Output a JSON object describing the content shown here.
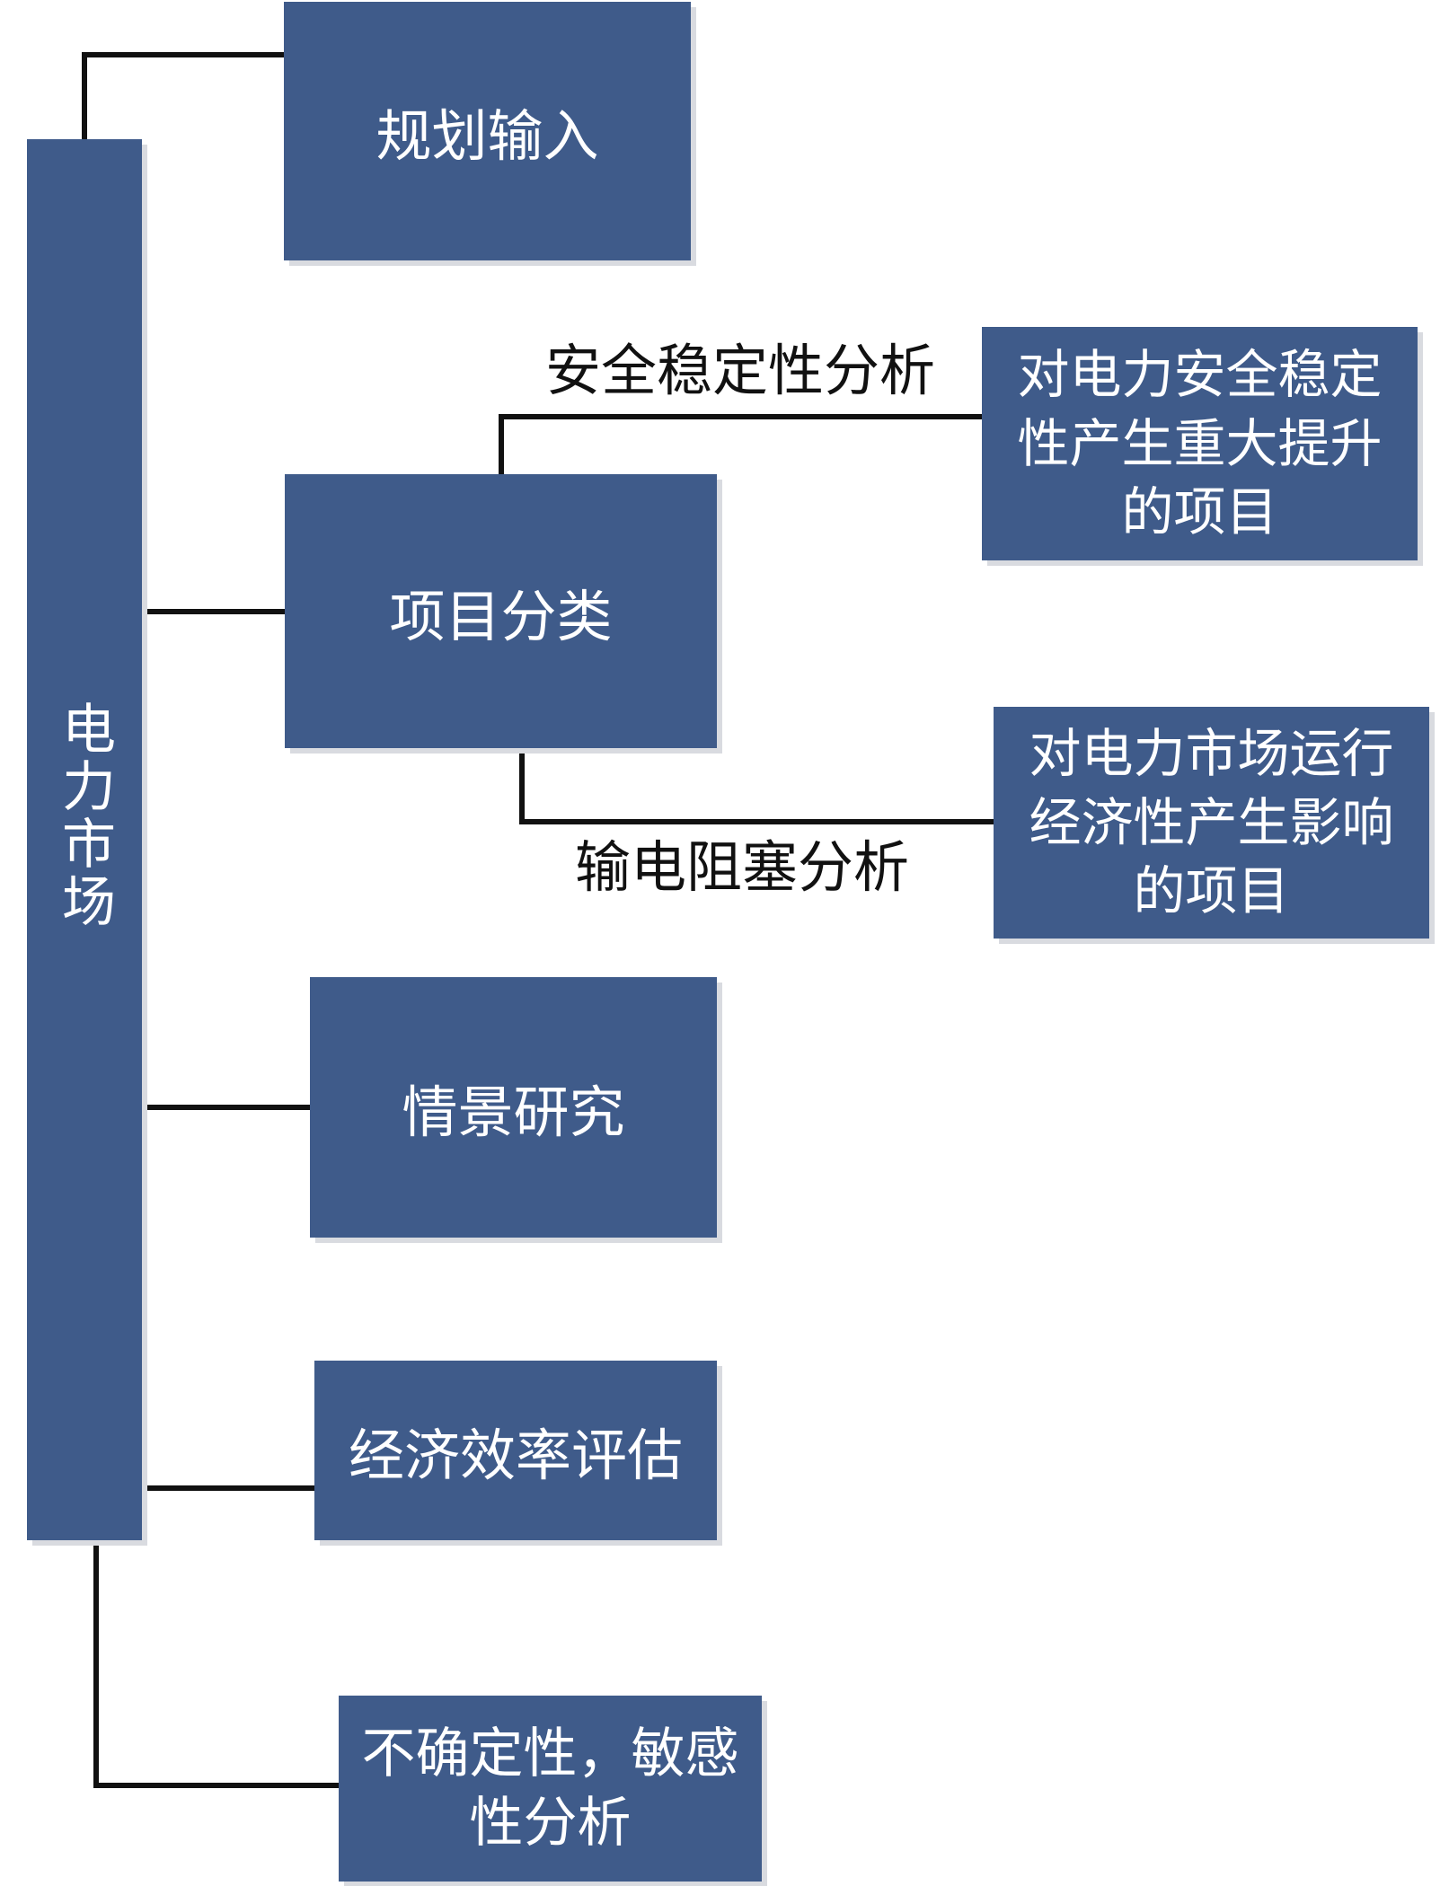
{
  "diagram": {
    "root": {
      "label": "电力市场"
    },
    "nodes": {
      "planning_input": "规划输入",
      "project_classification": "项目分类",
      "scenario_study": "情景研究",
      "economic_efficiency": "经济效率评估",
      "uncertainty_sensitivity": [
        "不确定性，敏感",
        "性分析"
      ]
    },
    "branches": {
      "security": {
        "edge_label": "安全稳定性分析",
        "result": [
          "对电力安全稳定",
          "性产生重大提升",
          "的项目"
        ]
      },
      "congestion": {
        "edge_label": "输电阻塞分析",
        "result": [
          "对电力市场运行",
          "经济性产生影响",
          "的项目"
        ]
      }
    },
    "colors": {
      "box_fill": "#3f5b8a",
      "box_text": "#ffffff",
      "box_shadow": "#d9dbe0",
      "connector": "#111111",
      "edge_label_text": "#111111"
    }
  }
}
